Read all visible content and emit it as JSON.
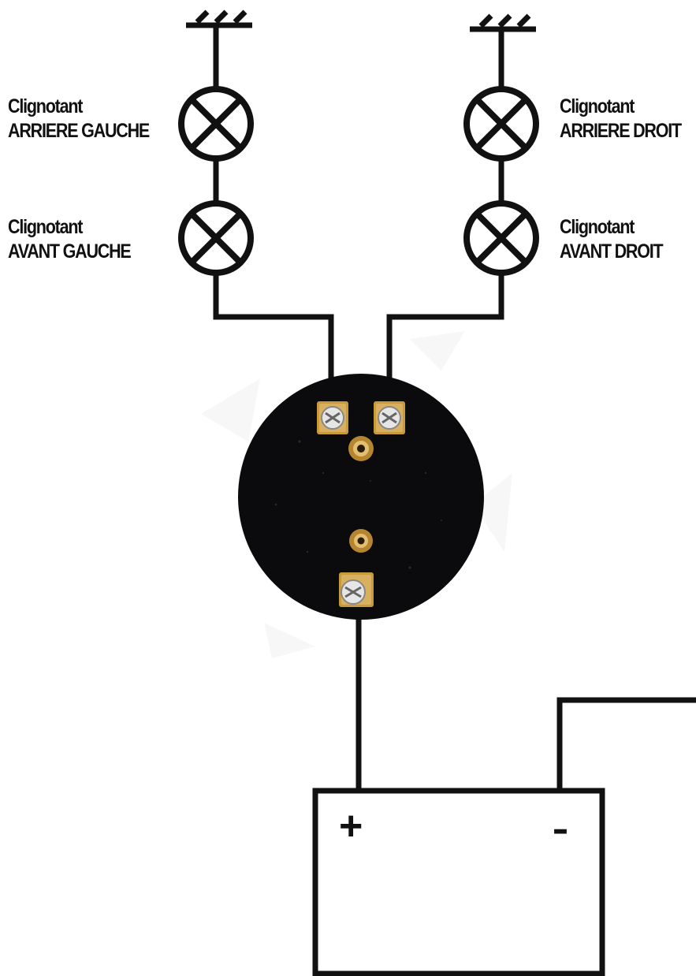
{
  "labels": {
    "rear_left": {
      "line1": "Clignotant",
      "line2": "ARRIERE GAUCHE"
    },
    "front_left": {
      "line1": "Clignotant",
      "line2": "AVANT GAUCHE"
    },
    "rear_right": {
      "line1": "Clignotant",
      "line2": "ARRIERE DROIT"
    },
    "front_right": {
      "line1": "Clignotant",
      "line2": "AVANT DROIT"
    }
  },
  "battery": {
    "plus": "+",
    "minus": "-"
  },
  "colors": {
    "wire": "#111111",
    "relay_body": "#0b0b0d",
    "terminal_brass": "#c79a3c",
    "screw": "#e6e6e6"
  }
}
